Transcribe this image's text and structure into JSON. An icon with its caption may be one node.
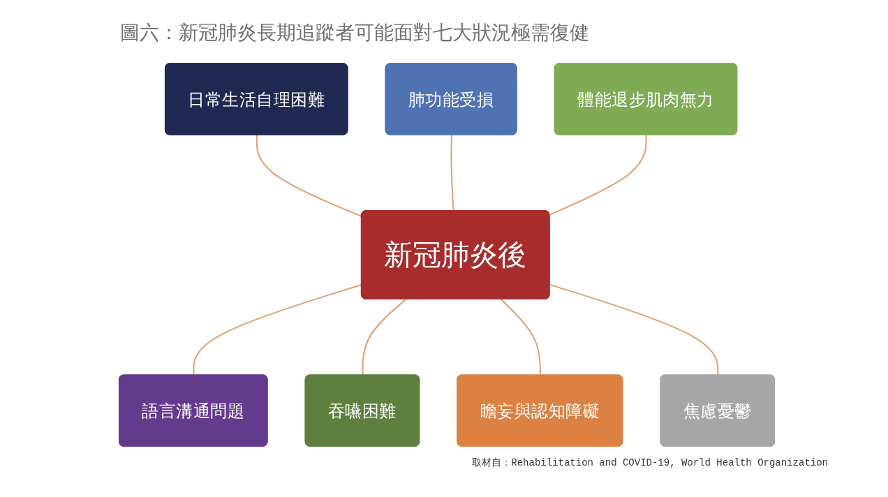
{
  "diagram": {
    "title": "圖六：新冠肺炎長期追蹤者可能面對七大狀況極需復健",
    "caption": "取材自：Rehabilitation and COVID-19, World Health Organization",
    "nodes": [
      {
        "text": [
          "新冠肺炎後"
        ]
      },
      {
        "text": [
          "肺功能受損"
        ]
      },
      {
        "text": [
          "體能退步肌肉無力"
        ]
      },
      {
        "text": [
          "語言溝通問題"
        ]
      },
      {
        "text": [
          "吞嚥困難"
        ]
      },
      {
        "text": [
          "瞻妄與認知障礙"
        ]
      },
      {
        "text": [
          "焦慮憂鬱"
        ]
      },
      {
        "text": [
          "日常生活自理困難"
        ]
      }
    ],
    "edges": [
      {
        "from": 7,
        "to": 0,
        "arrow": "none"
      },
      {
        "from": 1,
        "to": 0,
        "arrow": "none"
      },
      {
        "from": 2,
        "to": 0,
        "arrow": "none"
      },
      {
        "from": 0,
        "to": 3,
        "arrow": "none"
      },
      {
        "from": 0,
        "to": 4,
        "arrow": "none"
      },
      {
        "from": 0,
        "to": 5,
        "arrow": "none"
      },
      {
        "from": 0,
        "to": 6,
        "arrow": "none"
      }
    ]
  }
}
